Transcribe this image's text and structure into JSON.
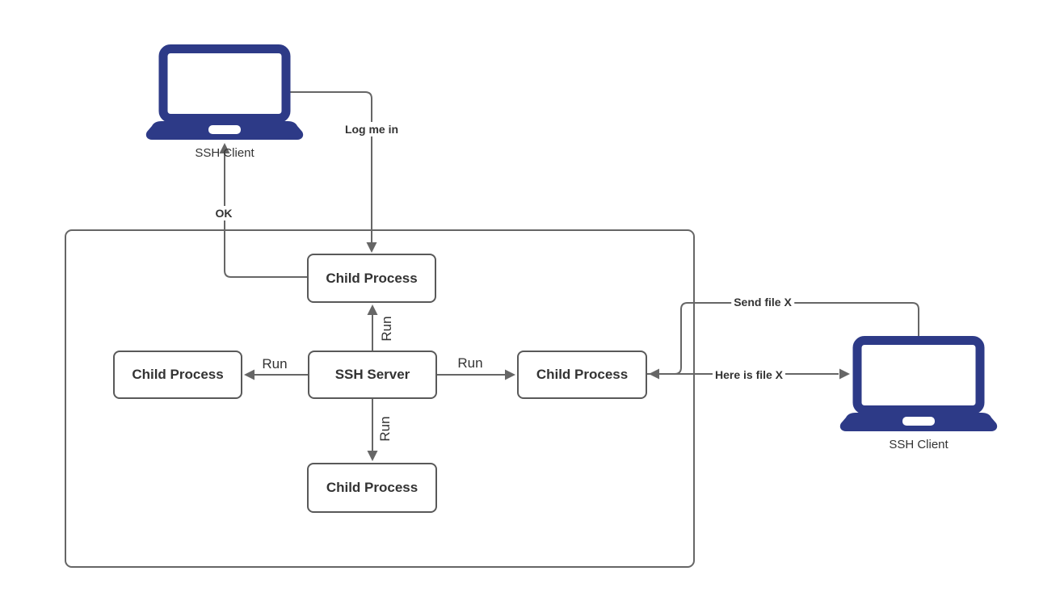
{
  "diagram": {
    "nodes": {
      "client_left": {
        "label": "SSH Client"
      },
      "client_right": {
        "label": "SSH Client"
      },
      "server": {
        "label": "SSH Server"
      },
      "child_top": {
        "label": "Child Process"
      },
      "child_left": {
        "label": "Child Process"
      },
      "child_right": {
        "label": "Child Process"
      },
      "child_bottom": {
        "label": "Child Process"
      }
    },
    "edges": {
      "log_me_in": {
        "label": "Log me in"
      },
      "ok": {
        "label": "OK"
      },
      "run_up": {
        "label": "Run"
      },
      "run_left": {
        "label": "Run"
      },
      "run_right": {
        "label": "Run"
      },
      "run_down": {
        "label": "Run"
      },
      "send_file": {
        "label": "Send file X"
      },
      "here_is_file": {
        "label": "Here is file X"
      }
    },
    "colors": {
      "laptop": "#2d3a87",
      "line": "#666666",
      "box_border": "#595959",
      "text": "#333333",
      "bg": "#ffffff"
    }
  }
}
